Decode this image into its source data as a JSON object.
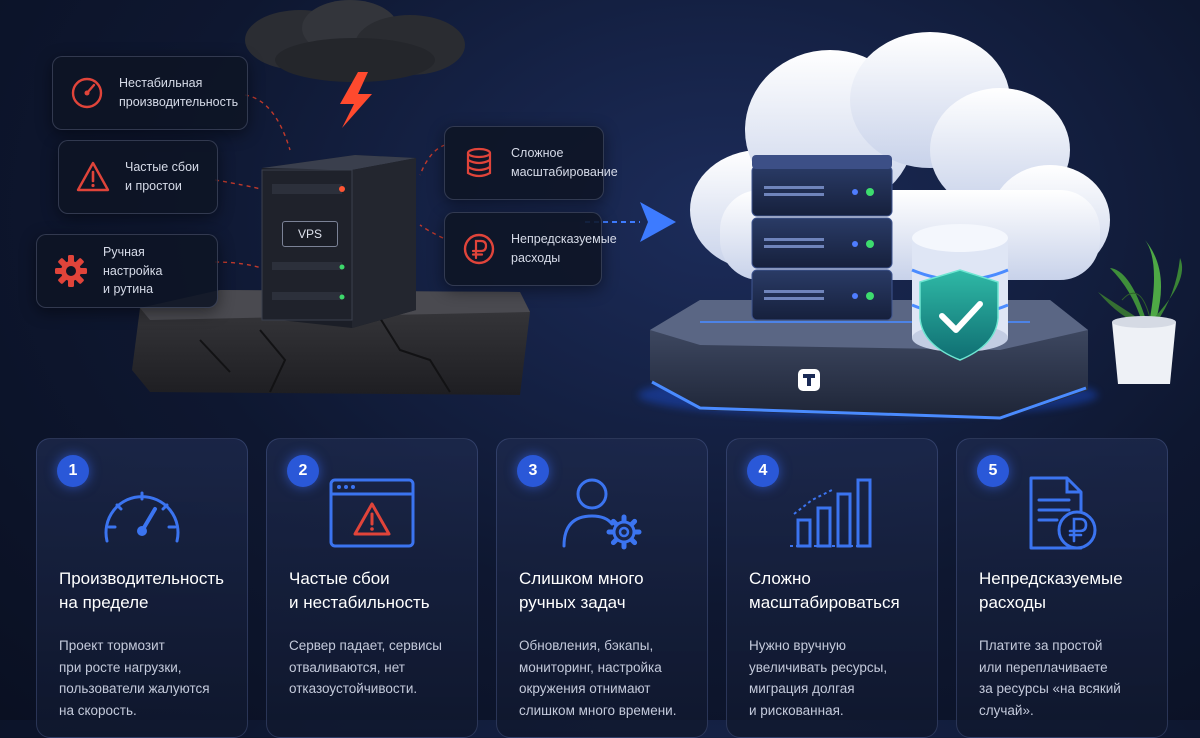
{
  "problems": {
    "performance": "Нестабильная\nпроизводительность",
    "failures": "Частые сбои\nи простои",
    "manual": "Ручная настройка\nи рутина",
    "scaling": "Сложное\nмасштабирование",
    "costs": "Непредсказуемые\nрасходы"
  },
  "server_label": "VPS",
  "colors": {
    "danger": "#e0443a",
    "accent": "#2f6bff",
    "card_icon": "#3b74f0"
  },
  "icons": {
    "performance": "speedometer-icon",
    "failures": "warning-triangle-icon",
    "manual": "gear-icon",
    "scaling": "database-stack-icon",
    "costs": "ruble-coin-icon",
    "lightning": "lightning-icon",
    "arrow": "arrow-right-icon",
    "shield": "shield-check-icon",
    "logo": "brand-logo-icon"
  },
  "cards": [
    {
      "number": "1",
      "icon": "speedometer-icon",
      "title": "Производительность\nна пределе",
      "desc": "Проект тормозит\nпри росте нагрузки,\nпользователи жалуются\nна скорость."
    },
    {
      "number": "2",
      "icon": "browser-warning-icon",
      "title": "Частые сбои\nи нестабильность",
      "desc": "Сервер падает, сервисы\nотваливаются, нет\nотказоустойчивости."
    },
    {
      "number": "3",
      "icon": "user-gear-icon",
      "title": "Слишком много\nручных задач",
      "desc": "Обновления, бэкапы,\nмониторинг, настройка\nокружения отнимают\nслишком много времени."
    },
    {
      "number": "4",
      "icon": "bar-chart-icon",
      "title": "Сложно\nмасштабироваться",
      "desc": "Нужно вручную\nувеличивать ресурсы,\nмиграция долгая\nи рискованная."
    },
    {
      "number": "5",
      "icon": "document-ruble-icon",
      "title": "Непредсказуемые\nрасходы",
      "desc": "Платите за простой\nили переплачиваете\nза ресурсы «на всякий\nслучай»."
    }
  ]
}
